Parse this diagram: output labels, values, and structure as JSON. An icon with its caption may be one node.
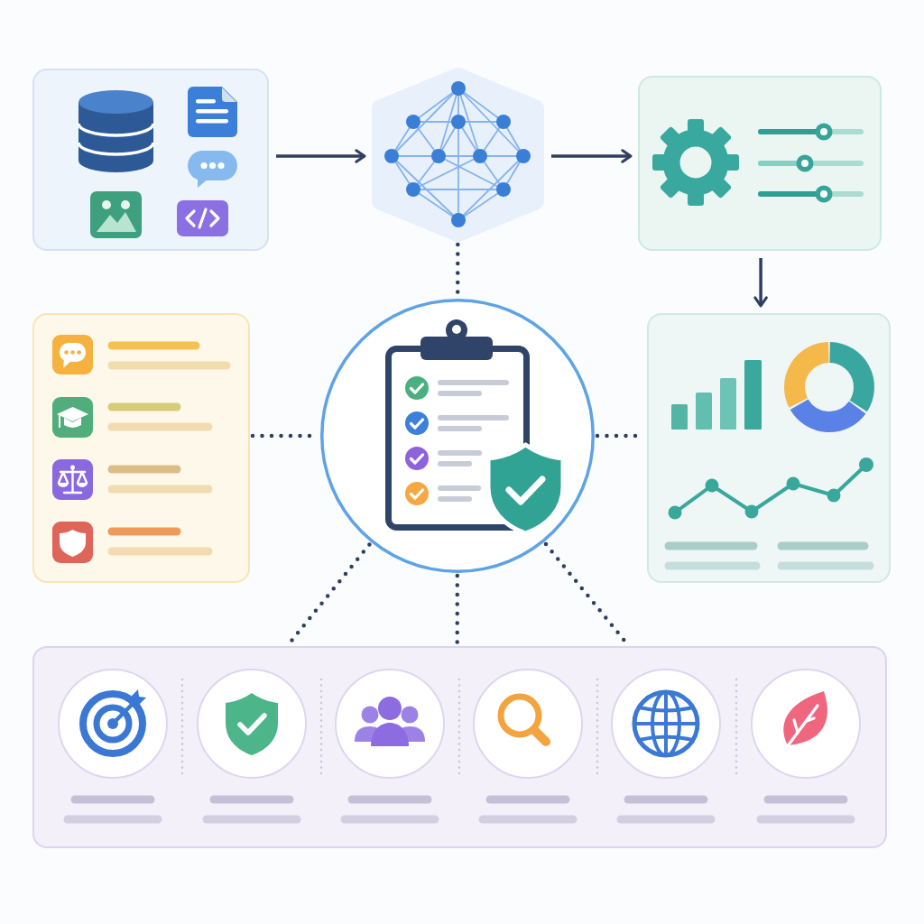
{
  "diagram": {
    "nodes": [
      {
        "text": [],
        "shape": "box"
      },
      {
        "text": [],
        "shape": "hexagon"
      },
      {
        "text": [],
        "shape": "box"
      },
      {
        "text": [],
        "shape": "box"
      },
      {
        "text": [],
        "shape": "circle"
      },
      {
        "text": [],
        "shape": "box"
      },
      {
        "text": [],
        "shape": "box"
      }
    ],
    "edges": [
      {
        "from": 0,
        "to": 1,
        "arrow": "to"
      },
      {
        "from": 1,
        "to": 2,
        "arrow": "to"
      },
      {
        "from": 2,
        "to": 5,
        "arrow": "to"
      },
      {
        "from": 1,
        "to": 4,
        "arrow": "none",
        "style": "dashed"
      },
      {
        "from": 3,
        "to": 4,
        "arrow": "none",
        "style": "dashed"
      },
      {
        "from": 4,
        "to": 5,
        "arrow": "none",
        "style": "dashed"
      },
      {
        "from": 4,
        "to": 6,
        "arrow": "none",
        "style": "dashed"
      },
      {
        "from": 4,
        "to": 6,
        "arrow": "none",
        "style": "dashed"
      },
      {
        "from": 4,
        "to": 6,
        "arrow": "none",
        "style": "dashed"
      }
    ]
  }
}
